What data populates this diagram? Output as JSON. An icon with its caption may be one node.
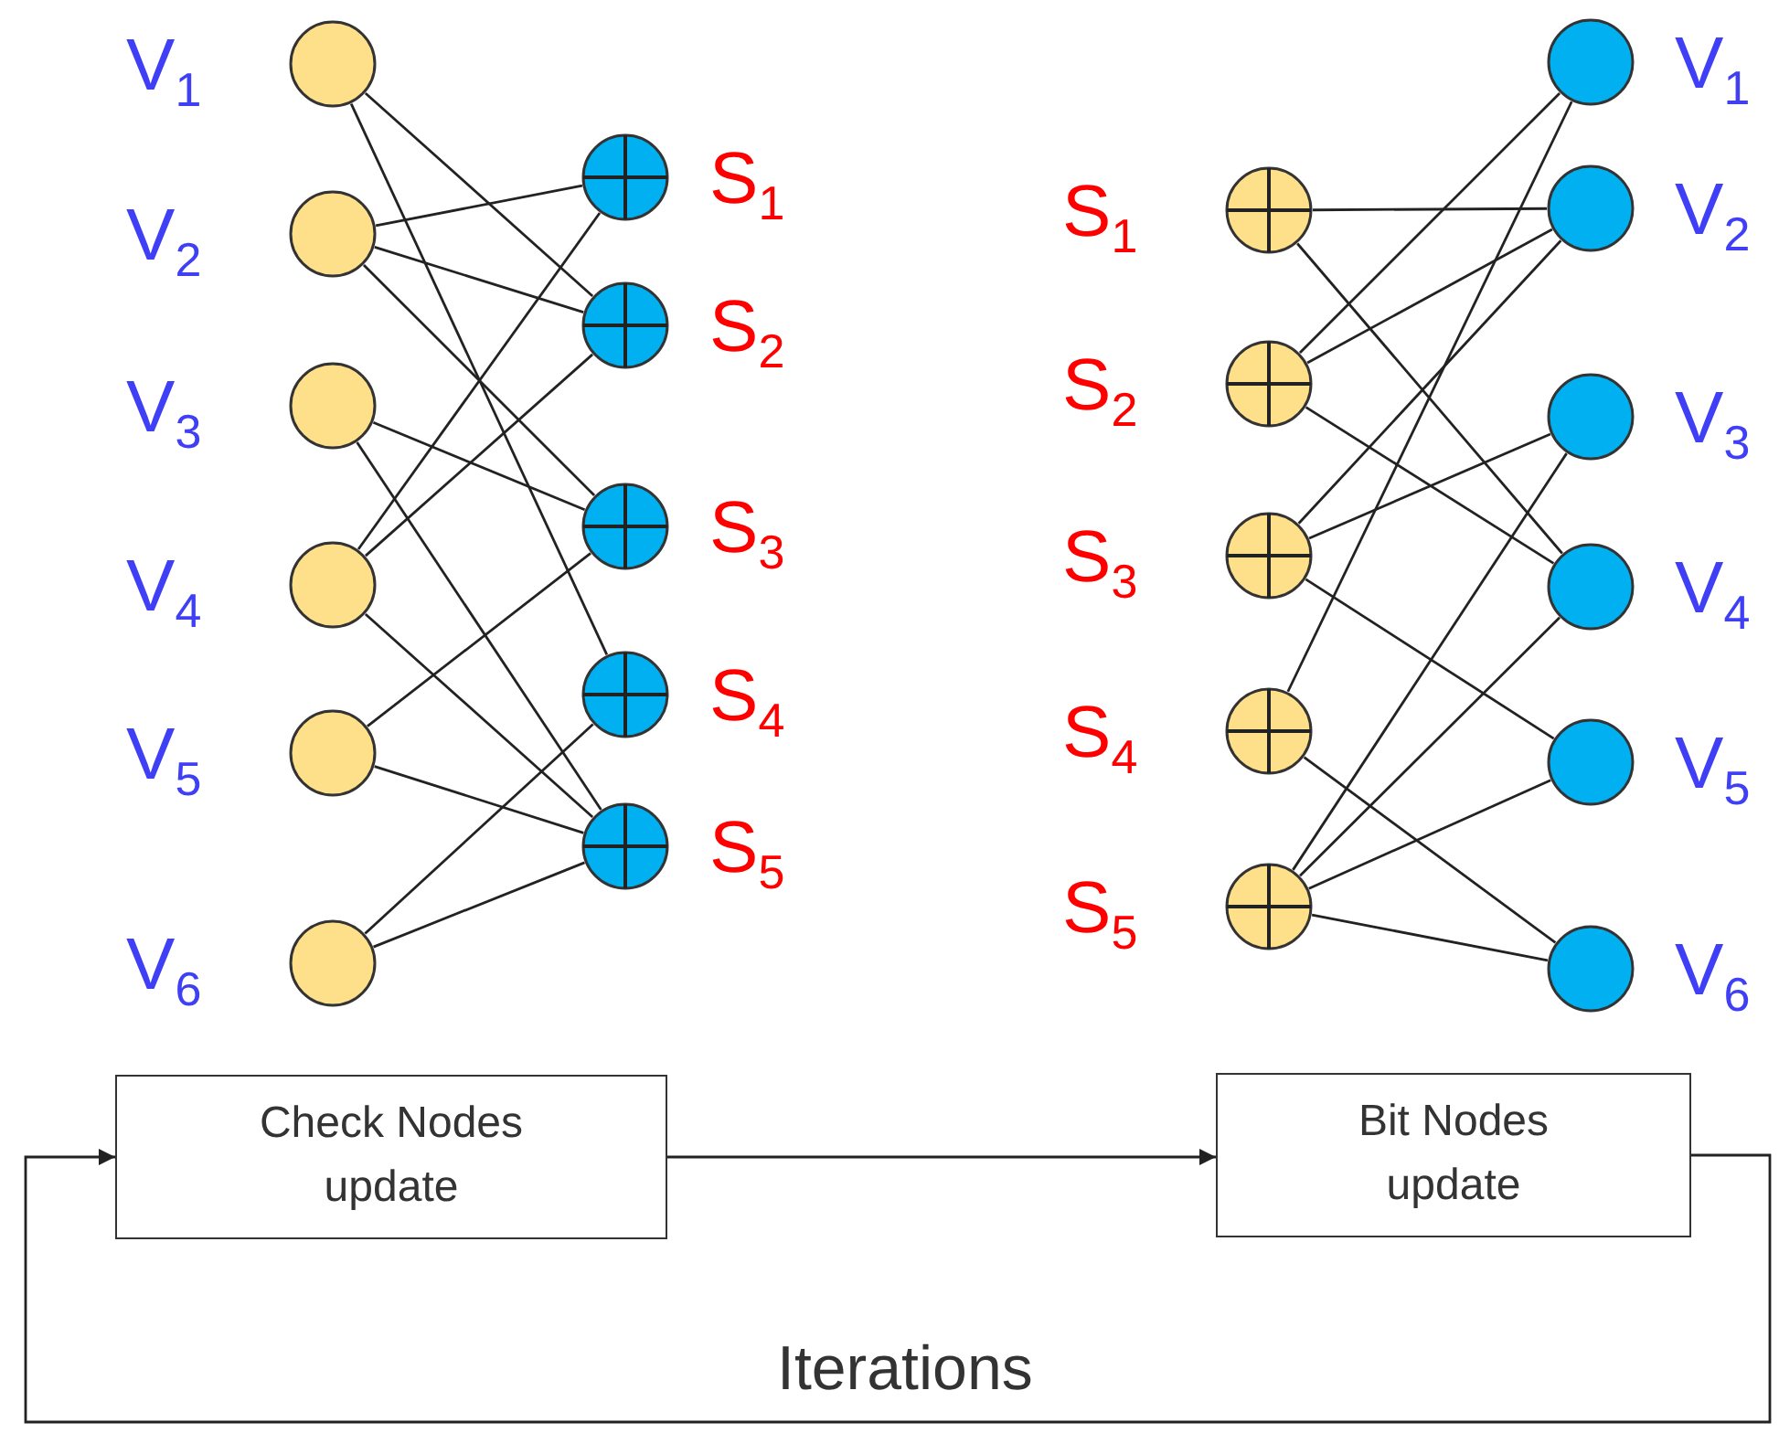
{
  "diagram": {
    "nodes": [
      {
        "text": [],
        "shape": "circle",
        "beside": [
          "V$_{1}$"
        ]
      },
      {
        "text": [],
        "shape": "circle",
        "beside": [
          "V$_{2}$"
        ]
      },
      {
        "text": [],
        "shape": "circle",
        "beside": [
          "V$_{3}$"
        ]
      },
      {
        "text": [],
        "shape": "circle",
        "beside": [
          "V$_{4}$"
        ]
      },
      {
        "text": [],
        "shape": "circle",
        "beside": [
          "V$_{5}$"
        ]
      },
      {
        "text": [],
        "shape": "circle",
        "beside": [
          "V$_{6}$"
        ]
      },
      {
        "text": [],
        "shape": "circle",
        "beside": [
          "S$_{1}$"
        ]
      },
      {
        "text": [],
        "shape": "circle",
        "beside": [
          "S$_{2}$"
        ]
      },
      {
        "text": [],
        "shape": "circle",
        "beside": [
          "S$_{3}$"
        ]
      },
      {
        "text": [],
        "shape": "circle",
        "beside": [
          "S$_{4}$"
        ]
      },
      {
        "text": [],
        "shape": "circle",
        "beside": [
          "S$_{5}$"
        ]
      },
      {
        "text": [],
        "shape": "circle",
        "beside": [
          "S$_{1}$"
        ]
      },
      {
        "text": [],
        "shape": "circle",
        "beside": [
          "S$_{2}$"
        ]
      },
      {
        "text": [],
        "shape": "circle",
        "beside": [
          "S$_{3}$"
        ]
      },
      {
        "text": [],
        "shape": "circle",
        "beside": [
          "S$_{4}$"
        ]
      },
      {
        "text": [],
        "shape": "circle",
        "beside": [
          "S$_{5}$"
        ]
      },
      {
        "text": [],
        "shape": "circle",
        "beside": [
          "V$_{1}$"
        ]
      },
      {
        "text": [],
        "shape": "circle",
        "beside": [
          "V$_{2}$"
        ]
      },
      {
        "text": [],
        "shape": "circle",
        "beside": [
          "V$_{3}$"
        ]
      },
      {
        "text": [],
        "shape": "circle",
        "beside": [
          "V$_{4}$"
        ]
      },
      {
        "text": [],
        "shape": "circle",
        "beside": [
          "V$_{5}$"
        ]
      },
      {
        "text": [],
        "shape": "circle",
        "beside": [
          "V$_{6}$"
        ]
      },
      {
        "text": [
          "Check Nodes update"
        ]
      },
      {
        "text": [
          "Bit Nodes update"
        ]
      }
    ],
    "edges": [
      {
        "from": 0,
        "to": 7,
        "arrow": "none"
      },
      {
        "from": 0,
        "to": 9,
        "arrow": "none"
      },
      {
        "from": 1,
        "to": 6,
        "arrow": "none"
      },
      {
        "from": 1,
        "to": 7,
        "arrow": "none"
      },
      {
        "from": 1,
        "to": 8,
        "arrow": "none"
      },
      {
        "from": 2,
        "to": 8,
        "arrow": "none"
      },
      {
        "from": 2,
        "to": 10,
        "arrow": "none"
      },
      {
        "from": 3,
        "to": 6,
        "arrow": "none"
      },
      {
        "from": 3,
        "to": 7,
        "arrow": "none"
      },
      {
        "from": 3,
        "to": 10,
        "arrow": "none"
      },
      {
        "from": 4,
        "to": 8,
        "arrow": "none"
      },
      {
        "from": 4,
        "to": 10,
        "arrow": "none"
      },
      {
        "from": 5,
        "to": 9,
        "arrow": "none"
      },
      {
        "from": 5,
        "to": 10,
        "arrow": "none"
      },
      {
        "from": 11,
        "to": 17,
        "arrow": "none"
      },
      {
        "from": 11,
        "to": 19,
        "arrow": "none"
      },
      {
        "from": 12,
        "to": 16,
        "arrow": "none"
      },
      {
        "from": 12,
        "to": 17,
        "arrow": "none"
      },
      {
        "from": 12,
        "to": 19,
        "arrow": "none"
      },
      {
        "from": 13,
        "to": 17,
        "arrow": "none"
      },
      {
        "from": 13,
        "to": 18,
        "arrow": "none"
      },
      {
        "from": 13,
        "to": 20,
        "arrow": "none"
      },
      {
        "from": 14,
        "to": 16,
        "arrow": "none"
      },
      {
        "from": 14,
        "to": 21,
        "arrow": "none"
      },
      {
        "from": 15,
        "to": 18,
        "arrow": "none"
      },
      {
        "from": 15,
        "to": 19,
        "arrow": "none"
      },
      {
        "from": 15,
        "to": 20,
        "arrow": "none"
      },
      {
        "from": 15,
        "to": 21,
        "arrow": "none"
      },
      {
        "from": 22,
        "to": 23,
        "arrow": "to"
      },
      {
        "from": 23,
        "to": 22,
        "arrow": "to",
        "label": "Iterations"
      }
    ]
  }
}
